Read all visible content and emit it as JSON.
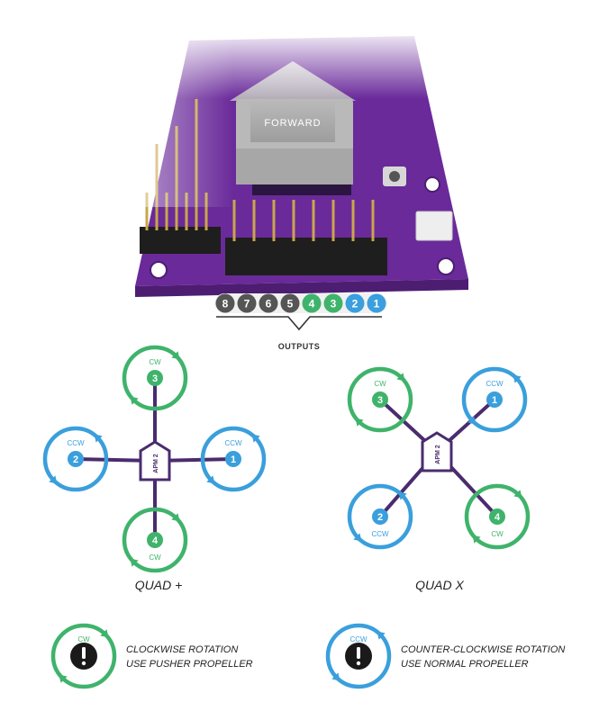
{
  "board": {
    "forward_label": "FORWARD"
  },
  "outputs": {
    "label": "OUTPUTS",
    "pins": [
      {
        "num": "8",
        "color": "#555555"
      },
      {
        "num": "7",
        "color": "#555555"
      },
      {
        "num": "6",
        "color": "#555555"
      },
      {
        "num": "5",
        "color": "#555555"
      },
      {
        "num": "4",
        "color": "#3fb36b"
      },
      {
        "num": "3",
        "color": "#3fb36b"
      },
      {
        "num": "2",
        "color": "#3a9fdc"
      },
      {
        "num": "1",
        "color": "#3a9fdc"
      }
    ]
  },
  "colors": {
    "cw": "#3fb36b",
    "ccw": "#3a9fdc",
    "frame": "#4a2c6e"
  },
  "controller_label": "APM 2",
  "quad_plus": {
    "title": "QUAD +",
    "motors": [
      {
        "num": "3",
        "dir": "CW"
      },
      {
        "num": "2",
        "dir": "CCW"
      },
      {
        "num": "1",
        "dir": "CCW"
      },
      {
        "num": "4",
        "dir": "CW"
      }
    ]
  },
  "quad_x": {
    "title": "QUAD X",
    "motors": [
      {
        "num": "3",
        "dir": "CW"
      },
      {
        "num": "1",
        "dir": "CCW"
      },
      {
        "num": "2",
        "dir": "CCW"
      },
      {
        "num": "4",
        "dir": "CW"
      }
    ]
  },
  "legend": {
    "cw": {
      "dir": "CW",
      "line1": "CLOCKWISE ROTATION",
      "line2": "USE PUSHER PROPELLER",
      "icon": "exclamation-icon"
    },
    "ccw": {
      "dir": "CCW",
      "line1": "COUNTER-CLOCKWISE ROTATION",
      "line2": "USE NORMAL PROPELLER",
      "icon": "exclamation-icon"
    }
  }
}
